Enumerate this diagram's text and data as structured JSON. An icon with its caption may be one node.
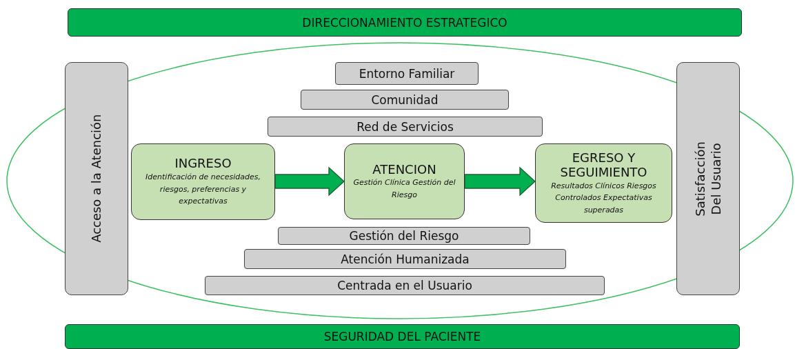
{
  "diagram": {
    "nodes": [
      {
        "text": [
          "DIRECCIONAMIENTO ESTRATEGICO"
        ]
      },
      {
        "text": [
          "Acceso a la Atención"
        ]
      },
      {
        "text": [
          "Entorno Familiar"
        ]
      },
      {
        "text": [
          "Comunidad"
        ]
      },
      {
        "text": [
          "Red de Servicios"
        ]
      },
      {
        "text": [
          "INGRESO",
          "Identificación de necesidades, riesgos, preferencias y expectativas"
        ]
      },
      {
        "text": [
          "ATENCION",
          "Gestión Clínica Gestión del Riesgo"
        ]
      },
      {
        "text": [
          "EGRESO Y SEGUIMIENTO",
          "Resultados Clínicos Riesgos Controlados Expectativas superadas"
        ]
      },
      {
        "text": [
          "Satisfacción Del Usuario"
        ]
      },
      {
        "text": [
          "Gestión del Riesgo"
        ]
      },
      {
        "text": [
          "Atención Humanizada"
        ]
      },
      {
        "text": [
          "Centrada en el Usuario"
        ]
      },
      {
        "text": [
          "SEGURIDAD DEL PACIENTE"
        ]
      }
    ],
    "edges": [
      {
        "from": 5,
        "to": 6,
        "arrow": "to"
      },
      {
        "from": 6,
        "to": 7,
        "arrow": "to"
      }
    ]
  }
}
